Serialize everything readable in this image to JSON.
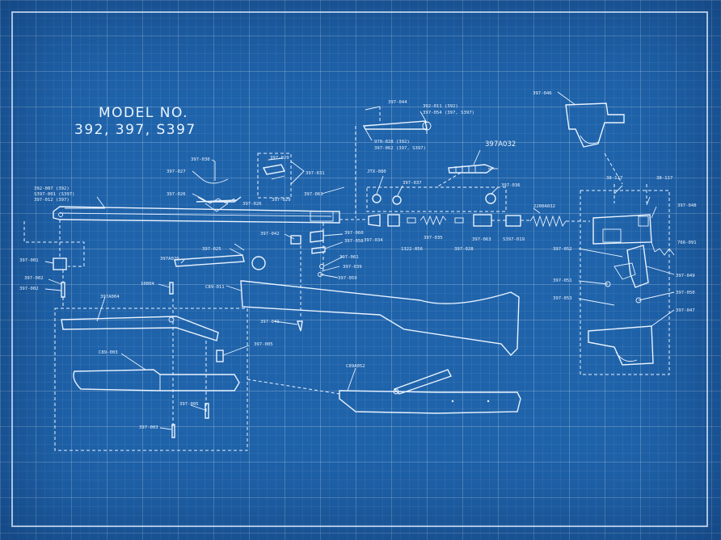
{
  "colors": {
    "background": "#1f63aa",
    "ink": "#e9f3ff",
    "grid": "#4d86c4"
  },
  "title": {
    "line1": "MODEL NO.",
    "line2": "392, 397, S397"
  },
  "labels": {
    "p397_044": "397-044",
    "p392_011": "392-011 (392)",
    "p397_054": "397-054 (397, S397)",
    "p970_028": "970-028 (392)",
    "p397_062": "397-062 (397, S397)",
    "p397a032": "397A032",
    "p397_046": "397-046",
    "p397_030": "397-030",
    "p397_027": "397-027",
    "p397_029": "397-029",
    "p397_031": "397-031",
    "p397_026": "397-026",
    "p397_026b": "397-026",
    "p397_029b": "397-029",
    "p397_061": "397-061",
    "p392_007": "392-007 (392)",
    "ps397_001": "S397-001 (S397)",
    "p397_012": "397-012 (397)",
    "pjtx_080": "JTX-080",
    "p397_037": "397-037",
    "p397_036": "397-036",
    "p38_117a": "38-117",
    "p38_117b": "38-117",
    "p397_048": "397-048",
    "p2200a032": "2200A032",
    "p397_060": "397-060",
    "p397_058": "397-058",
    "p397_042": "397-042",
    "p397_034": "397-034",
    "p1322_056": "1322-056",
    "p397_035": "397-035",
    "p397_028": "397-028",
    "p397_063": "397-063",
    "ps397_019": "S397-019",
    "p397_001": "397-001",
    "p397_025": "397-025",
    "p397_061b": "397-061",
    "p397_039": "397-039",
    "p397_059": "397-059",
    "p397a020": "397A020",
    "p397_052": "397-052",
    "p766_091": "766-091",
    "p397_049": "397-049",
    "p397_002a": "397-002",
    "p397_002b": "397-002",
    "p10804": "10804",
    "pc89_011": "C89-011",
    "p397_051": "397-051",
    "p397_050": "397-050",
    "p397a004": "397A004",
    "p397_053": "397-053",
    "p397_047": "397-047",
    "p397_041": "397-041",
    "pc89_003": "C89-003",
    "p397_005": "397-005",
    "pc89a052": "C89A052",
    "p397_005b": "397-005",
    "p397_003": "397-003"
  }
}
